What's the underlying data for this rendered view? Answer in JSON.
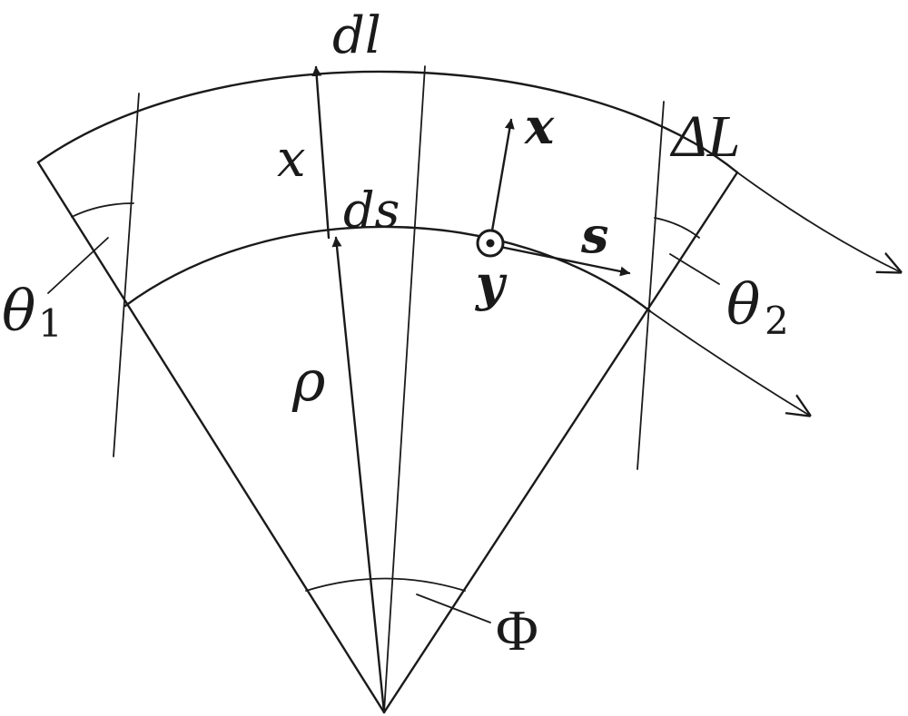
{
  "labels": {
    "dl": "dl",
    "x_radial": "x",
    "ds": "ds",
    "rho": "ρ",
    "x_axis": "x",
    "s_axis": "s",
    "y_axis": "y",
    "delta_L": "ΔL",
    "theta1_symbol": "θ",
    "theta1_index": "1",
    "theta2_symbol": "θ",
    "theta2_index": "2",
    "phi": "Φ"
  },
  "icons": {
    "out_of_page": "circled-dot-icon"
  },
  "colors": {
    "stroke": "#1a1a1a",
    "background": "#ffffff"
  }
}
